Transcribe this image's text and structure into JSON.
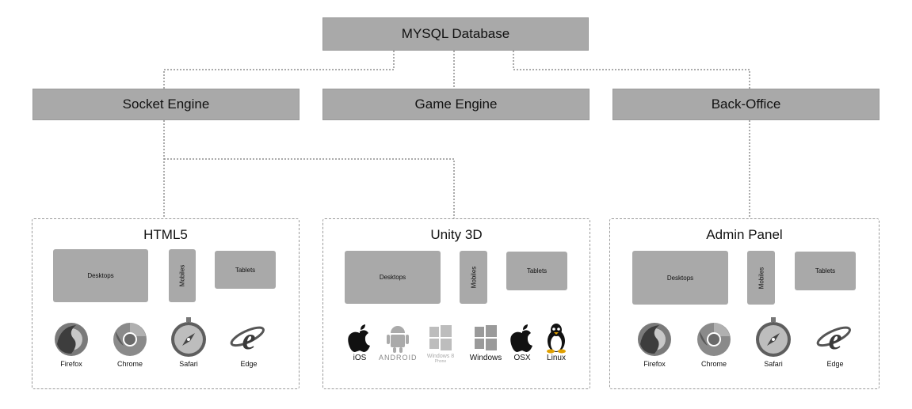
{
  "top": {
    "label": "MYSQL Database"
  },
  "engines": {
    "socket": "Socket Engine",
    "game": "Game Engine",
    "backoffice": "Back-Office"
  },
  "panels": [
    {
      "title": "HTML5",
      "devices": {
        "desktops": "Desktops",
        "mobiles": "Mobiles",
        "tablets": "Tablets"
      },
      "icons": [
        {
          "name": "firefox-icon",
          "label": "Firefox"
        },
        {
          "name": "chrome-icon",
          "label": "Chrome"
        },
        {
          "name": "safari-icon",
          "label": "Safari"
        },
        {
          "name": "edge-icon",
          "label": "Edge"
        }
      ]
    },
    {
      "title": "Unity 3D",
      "devices": {
        "desktops": "Desktops",
        "mobiles": "Mobiles",
        "tablets": "Tablets"
      },
      "icons": [
        {
          "name": "apple-icon",
          "label": "iOS"
        },
        {
          "name": "android-icon",
          "label": "ANDROID"
        },
        {
          "name": "windows-phone-icon",
          "label": "Windows 8",
          "sublabel": "Phone"
        },
        {
          "name": "windows-icon",
          "label": "Windows"
        },
        {
          "name": "apple-icon",
          "label": "OSX"
        },
        {
          "name": "linux-penguin-icon",
          "label": "Linux"
        }
      ]
    },
    {
      "title": "Admin Panel",
      "devices": {
        "desktops": "Desktops",
        "mobiles": "Mobiles",
        "tablets": "Tablets"
      },
      "icons": [
        {
          "name": "firefox-icon",
          "label": "Firefox"
        },
        {
          "name": "chrome-icon",
          "label": "Chrome"
        },
        {
          "name": "safari-icon",
          "label": "Safari"
        },
        {
          "name": "edge-icon",
          "label": "Edge"
        }
      ]
    }
  ],
  "colors": {
    "box": "#a9a9a9",
    "line": "#9a9a9a"
  }
}
